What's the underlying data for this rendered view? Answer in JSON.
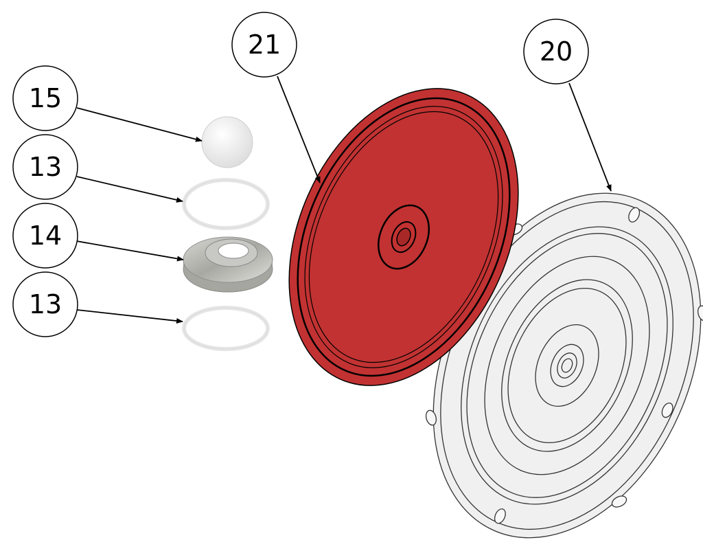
{
  "diagram": {
    "balloons": [
      {
        "id": "b21",
        "label": "21",
        "part": "red-diaphragm"
      },
      {
        "id": "b20",
        "label": "20",
        "part": "grey-diaphragm"
      },
      {
        "id": "b15",
        "label": "15",
        "part": "ball"
      },
      {
        "id": "b13a",
        "label": "13",
        "part": "seat-ring-upper"
      },
      {
        "id": "b14",
        "label": "14",
        "part": "washer"
      },
      {
        "id": "b13b",
        "label": "13",
        "part": "seat-ring-lower"
      }
    ],
    "colors": {
      "red_part": "#c23232",
      "grey_part": "#f0f0f0",
      "ring": "#ececec",
      "metal": "#b8b8b4"
    }
  }
}
